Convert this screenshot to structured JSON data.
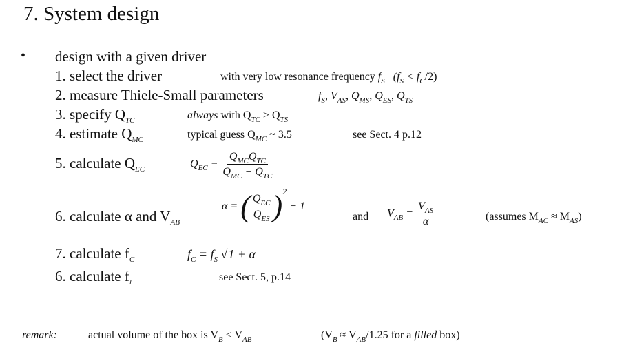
{
  "title": "7. System design",
  "bullet": "•",
  "intro": "design with a given driver",
  "steps": [
    {
      "label": "1. select the driver",
      "note_text": "with very low resonance frequency",
      "note_sym": "f",
      "note_sub": "S",
      "note_extra_a": "(f",
      "note_extra_sub1": "S",
      "note_extra_mid": " < f",
      "note_extra_sub2": "C",
      "note_extra_end": "/2)"
    },
    {
      "label": "2. measure Thiele-Small parameters",
      "params": "f_S, V_AS, Q_MS, Q_ES, Q_TS"
    },
    {
      "label": "3. specify Q",
      "label_sub": "TC",
      "note_pre": "always",
      "note_mid": " with Q",
      "note_sub1": "TC",
      "note_gt": " > Q",
      "note_sub2": "TS"
    },
    {
      "label": "4. estimate Q",
      "label_sub": "MC",
      "note": "typical guess Q",
      "note_sub": "MC",
      "note_val": " ~ 3.5",
      "ref": "see Sect. 4 p.12"
    },
    {
      "label": "5. calculate Q",
      "label_sub": "EC"
    },
    {
      "label": "6. calculate α and V",
      "label_sub": "AB",
      "and": "and",
      "remark": "(assumes M",
      "remark_sub1": "AC",
      "remark_mid": " ≈ M",
      "remark_sub2": "AS",
      "remark_end": ")"
    },
    {
      "label": "7. calculate f",
      "label_sub": "C"
    },
    {
      "label": "6. calculate f",
      "label_sub": "l",
      "ref": "see Sect. 5, p.14"
    }
  ],
  "formulas": {
    "qec_lhs": "Q",
    "qec_lhs_sub": "EC",
    "qec_eq": " − ",
    "alpha_lhs": "α =",
    "alpha_exp": "2",
    "alpha_minus": "− 1",
    "vab_lhs": "V",
    "vab_lhs_sub": "AB",
    "vab_eq": " =",
    "vab_num": "V",
    "vab_num_sub": "AS",
    "vab_den": "α",
    "fc_lhs": "f",
    "fc_lhs_sub": "C",
    "fc_eq": " = f",
    "fc_eq_sub": "S",
    "fc_root": "1 + α"
  },
  "remark": {
    "label": "remark:",
    "text": "actual volume of the box is V",
    "sub1": "B",
    "lt": " < V",
    "sub2": "AB",
    "paren_a": "(V",
    "psub1": "B",
    "paren_b": " ≈ V",
    "psub2": "AB",
    "paren_c": "/1.25 for a ",
    "filled": "filled",
    "paren_d": " box)"
  }
}
